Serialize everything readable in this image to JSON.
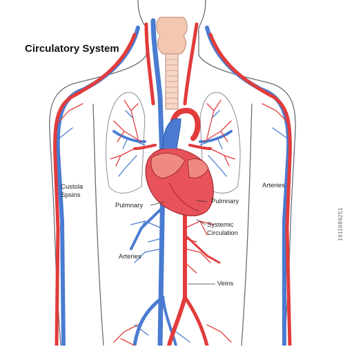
{
  "title": "Circulatory System",
  "labels": {
    "left_upper_line1": "Custola",
    "left_upper_line2": "Spsins",
    "left_pulmonary": "Pulmnary",
    "right_pulmonary": "Pulmnary",
    "systemic_line1": "Systemic",
    "systemic_line2": "Circulation",
    "arteries_left": "Arteries",
    "arteries_right": "Arteries",
    "veins": "Veins"
  },
  "stock_id": "1911689251",
  "colors": {
    "artery": "#e23b3b",
    "vein": "#4a7bd1",
    "outline": "#5a5a6a",
    "heart": "#e8525a",
    "trachea": "#f3c7b0"
  }
}
